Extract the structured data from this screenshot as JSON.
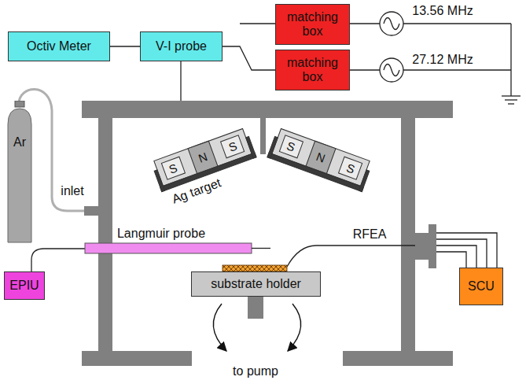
{
  "diagram": {
    "nodes": [
      {
        "text": [
          "Octiv Meter"
        ]
      },
      {
        "text": [
          "V-I probe"
        ]
      },
      {
        "text": [
          "matching box"
        ]
      },
      {
        "text": [
          "matching box"
        ]
      },
      {
        "text": [
          "Ar"
        ]
      },
      {
        "text": [
          "EPIU"
        ]
      },
      {
        "text": [
          "substrate holder"
        ]
      },
      {
        "text": [
          "SCU"
        ]
      }
    ],
    "edges": [
      {
        "from": 0,
        "to": 1,
        "arrow": "none"
      },
      {
        "from": 1,
        "to": 3,
        "arrow": "none"
      }
    ],
    "labels": [
      "13.56 MHz",
      "27.12 MHz",
      "S",
      "N",
      "S",
      "S",
      "N",
      "S",
      "Ag target",
      "inlet",
      "Langmuir probe",
      "RFEA",
      "to pump"
    ]
  }
}
